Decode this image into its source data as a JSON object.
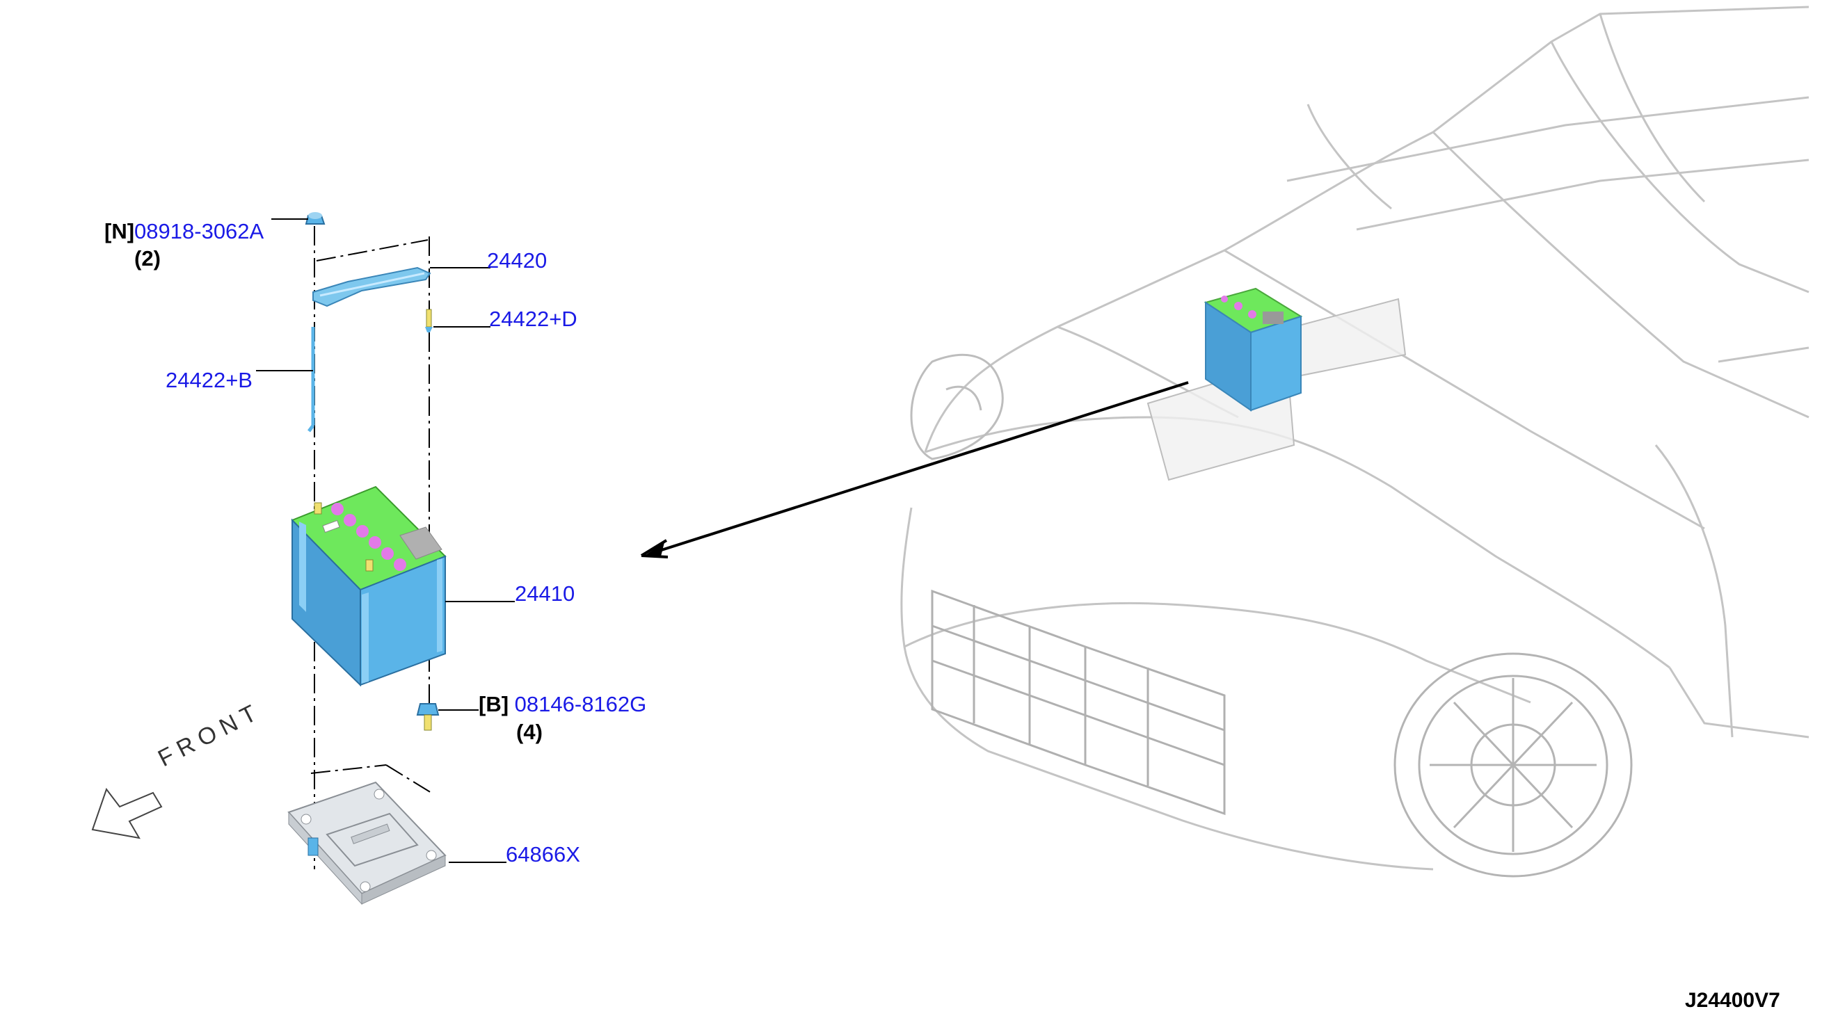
{
  "colors": {
    "part_number": "#1a1ae6",
    "battery_top": "#6ee85c",
    "battery_body": "#5ab4e8",
    "terminal_caps": "#e27ae8",
    "bracket": "#7ec8ee",
    "tray": "#e2e6ea",
    "car_outline": "#c8c8c8"
  },
  "parts": [
    {
      "id": "nut",
      "prefix": "[N]",
      "number": "08918-3062A",
      "qty": "(2)"
    },
    {
      "id": "frame",
      "number": "24420"
    },
    {
      "id": "rod-d",
      "number": "24422+D"
    },
    {
      "id": "rod-b",
      "number": "24422+B"
    },
    {
      "id": "battery",
      "number": "24410"
    },
    {
      "id": "bolt",
      "prefix": "[B]",
      "number": "08146-8162G",
      "qty": "(4)"
    },
    {
      "id": "tray",
      "number": "64866X"
    }
  ],
  "direction_label": "FRONT",
  "diagram_code": "J24400V7"
}
